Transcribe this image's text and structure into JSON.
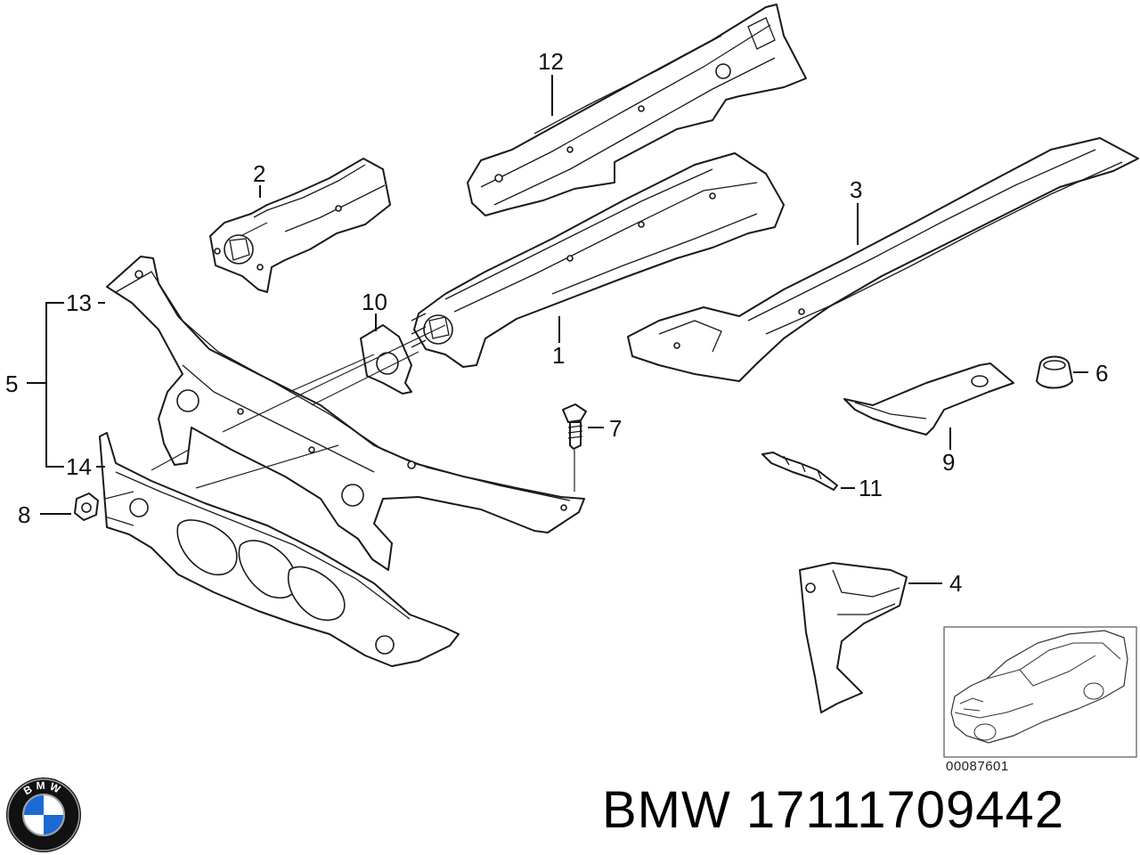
{
  "labels": {
    "p1": "1",
    "p2": "2",
    "p3": "3",
    "p4": "4",
    "p5": "5",
    "p6": "6",
    "p7": "7",
    "p8": "8",
    "p9": "9",
    "p10": "10",
    "p11": "11",
    "p12": "12",
    "p13": "13",
    "p14": "14"
  },
  "reference_code": "00087601",
  "brand": {
    "logo_text": "BMW",
    "colors": {
      "blue": "#1c69d4",
      "black": "#111111",
      "silver": "#9aa0a6"
    }
  },
  "footer": {
    "title": "BMW 17111709442"
  }
}
